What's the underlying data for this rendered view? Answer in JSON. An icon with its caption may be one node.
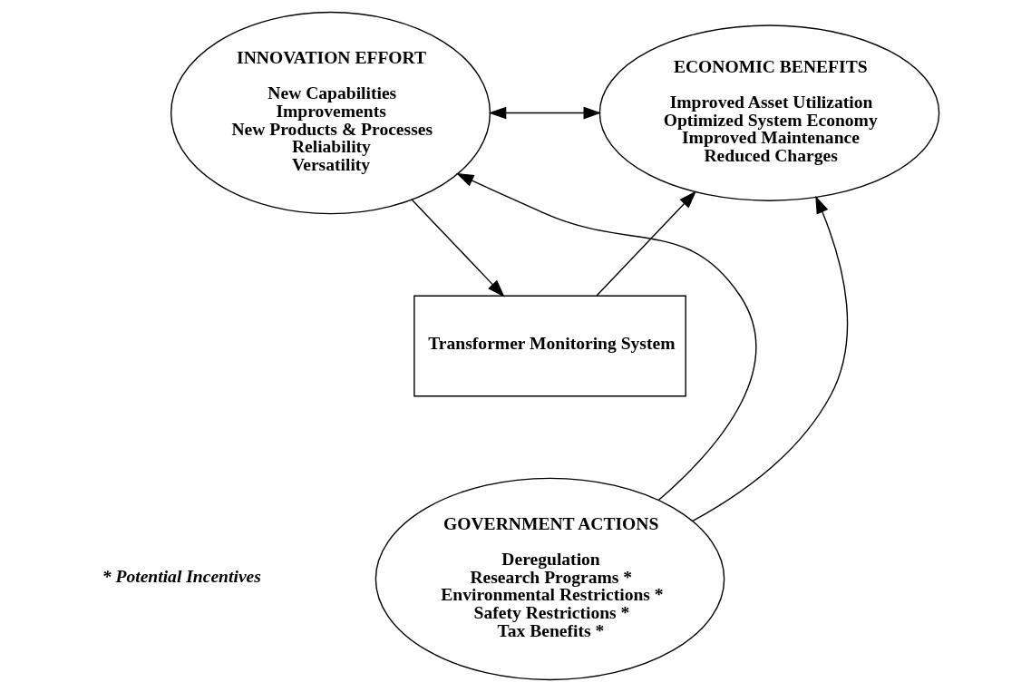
{
  "diagram": {
    "nodes": [
      {
        "text": [
          "INNOVATION EFFORT",
          "New Capabilities",
          "Improvements",
          "New Products & Processes",
          "Reliability",
          "Versatility"
        ]
      },
      {
        "text": [
          "ECONOMIC BENEFITS",
          "Improved Asset Utilization",
          "Optimized System Economy",
          "Improved Maintenance",
          "Reduced Charges"
        ]
      },
      {
        "text": [
          "Transformer Monitoring System"
        ]
      },
      {
        "text": [
          "GOVERNMENT ACTIONS",
          "Deregulation",
          "Research Programs *",
          "Environmental Restrictions *",
          "Safety Restrictions *",
          "Tax Benefits *"
        ]
      }
    ],
    "edges": [
      {
        "from": 0,
        "to": 1,
        "arrow": "both"
      },
      {
        "from": 0,
        "to": 2,
        "arrow": "to"
      },
      {
        "from": 2,
        "to": 1,
        "arrow": "to"
      },
      {
        "from": 3,
        "to": 0,
        "arrow": "to"
      },
      {
        "from": 3,
        "to": 1,
        "arrow": "to"
      }
    ],
    "labels": [
      "* Potential Incentives"
    ]
  }
}
